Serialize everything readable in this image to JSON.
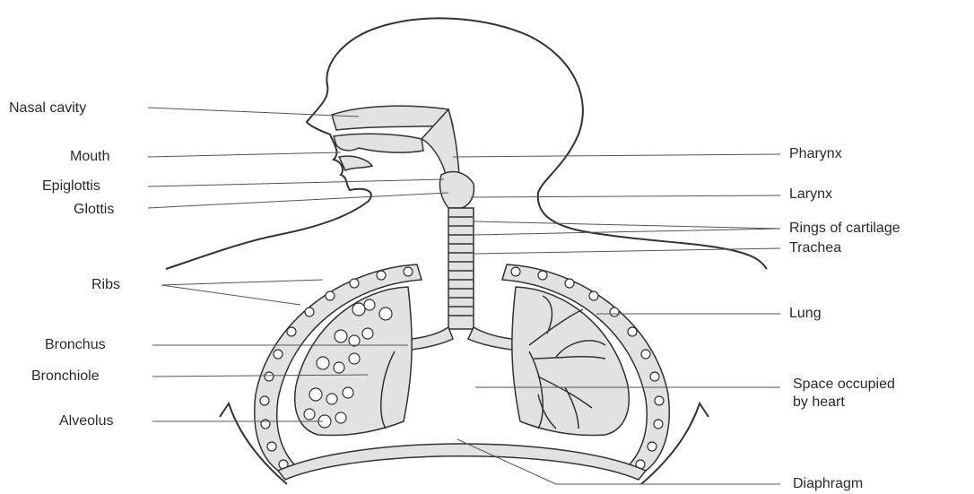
{
  "labels_left": {
    "nasal_cavity": "Nasal cavity",
    "mouth": "Mouth",
    "epiglottis": "Epiglottis",
    "glottis": "Glottis",
    "ribs": "Ribs",
    "bronchus": "Bronchus",
    "bronchiole": "Bronchiole",
    "alveolus": "Alveolus"
  },
  "labels_right": {
    "pharynx": "Pharynx",
    "larynx": "Larynx",
    "rings_of_cartilage": "Rings of cartilage",
    "trachea": "Trachea",
    "lung": "Lung",
    "space_heart_line1": "Space occupied",
    "space_heart_line2": "by heart",
    "diaphragm": "Diaphragm"
  },
  "colors": {
    "outline": "#333333",
    "organ_fill": "#e2e2e2",
    "leader": "#555555"
  }
}
